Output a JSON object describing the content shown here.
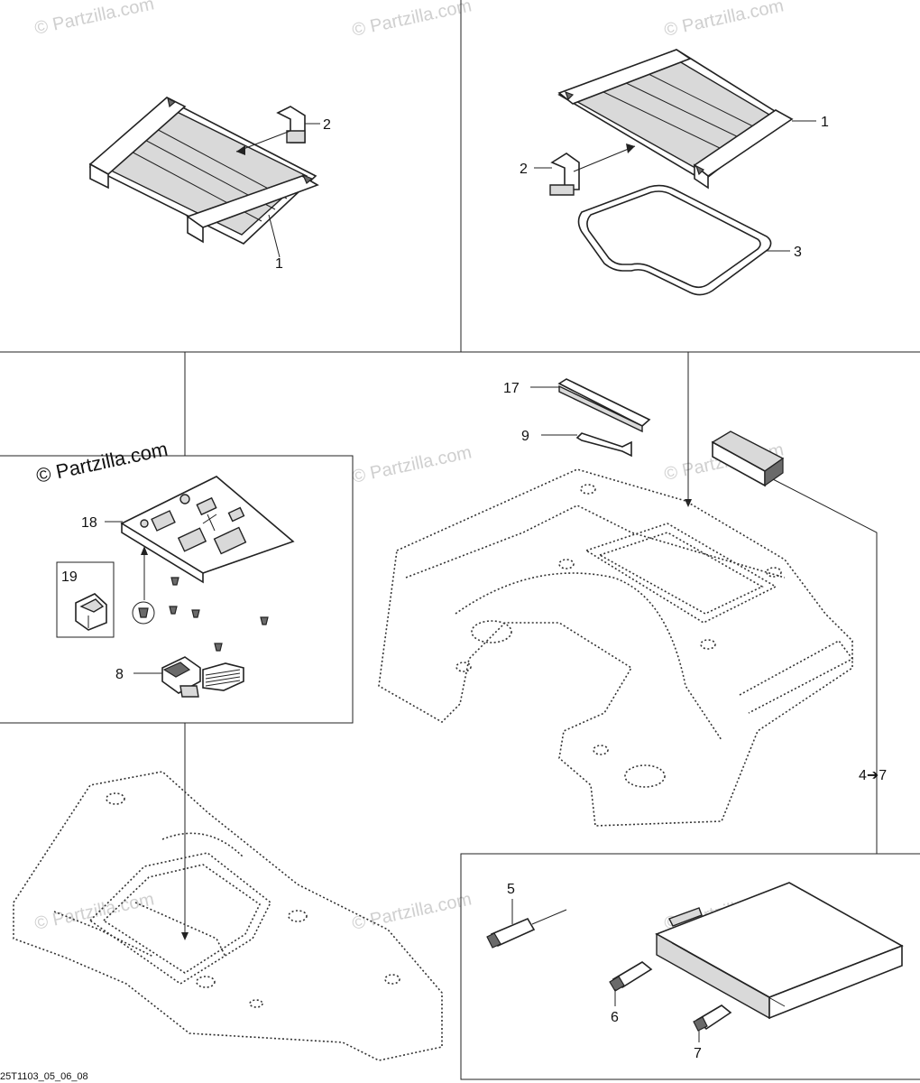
{
  "watermark": "© Partzilla.com",
  "watermark_main": "© Partzilla.com",
  "diagram_code": "25T1103_05_06_08",
  "callouts": {
    "p1_left": "1",
    "p2_left": "2",
    "p1_right": "1",
    "p2_right": "2",
    "p3": "3",
    "p17": "17",
    "p9": "9",
    "p18": "18",
    "p19": "19",
    "p8": "8",
    "p4to7": "4➔7",
    "p5": "5",
    "p6": "6",
    "p7": "7"
  }
}
